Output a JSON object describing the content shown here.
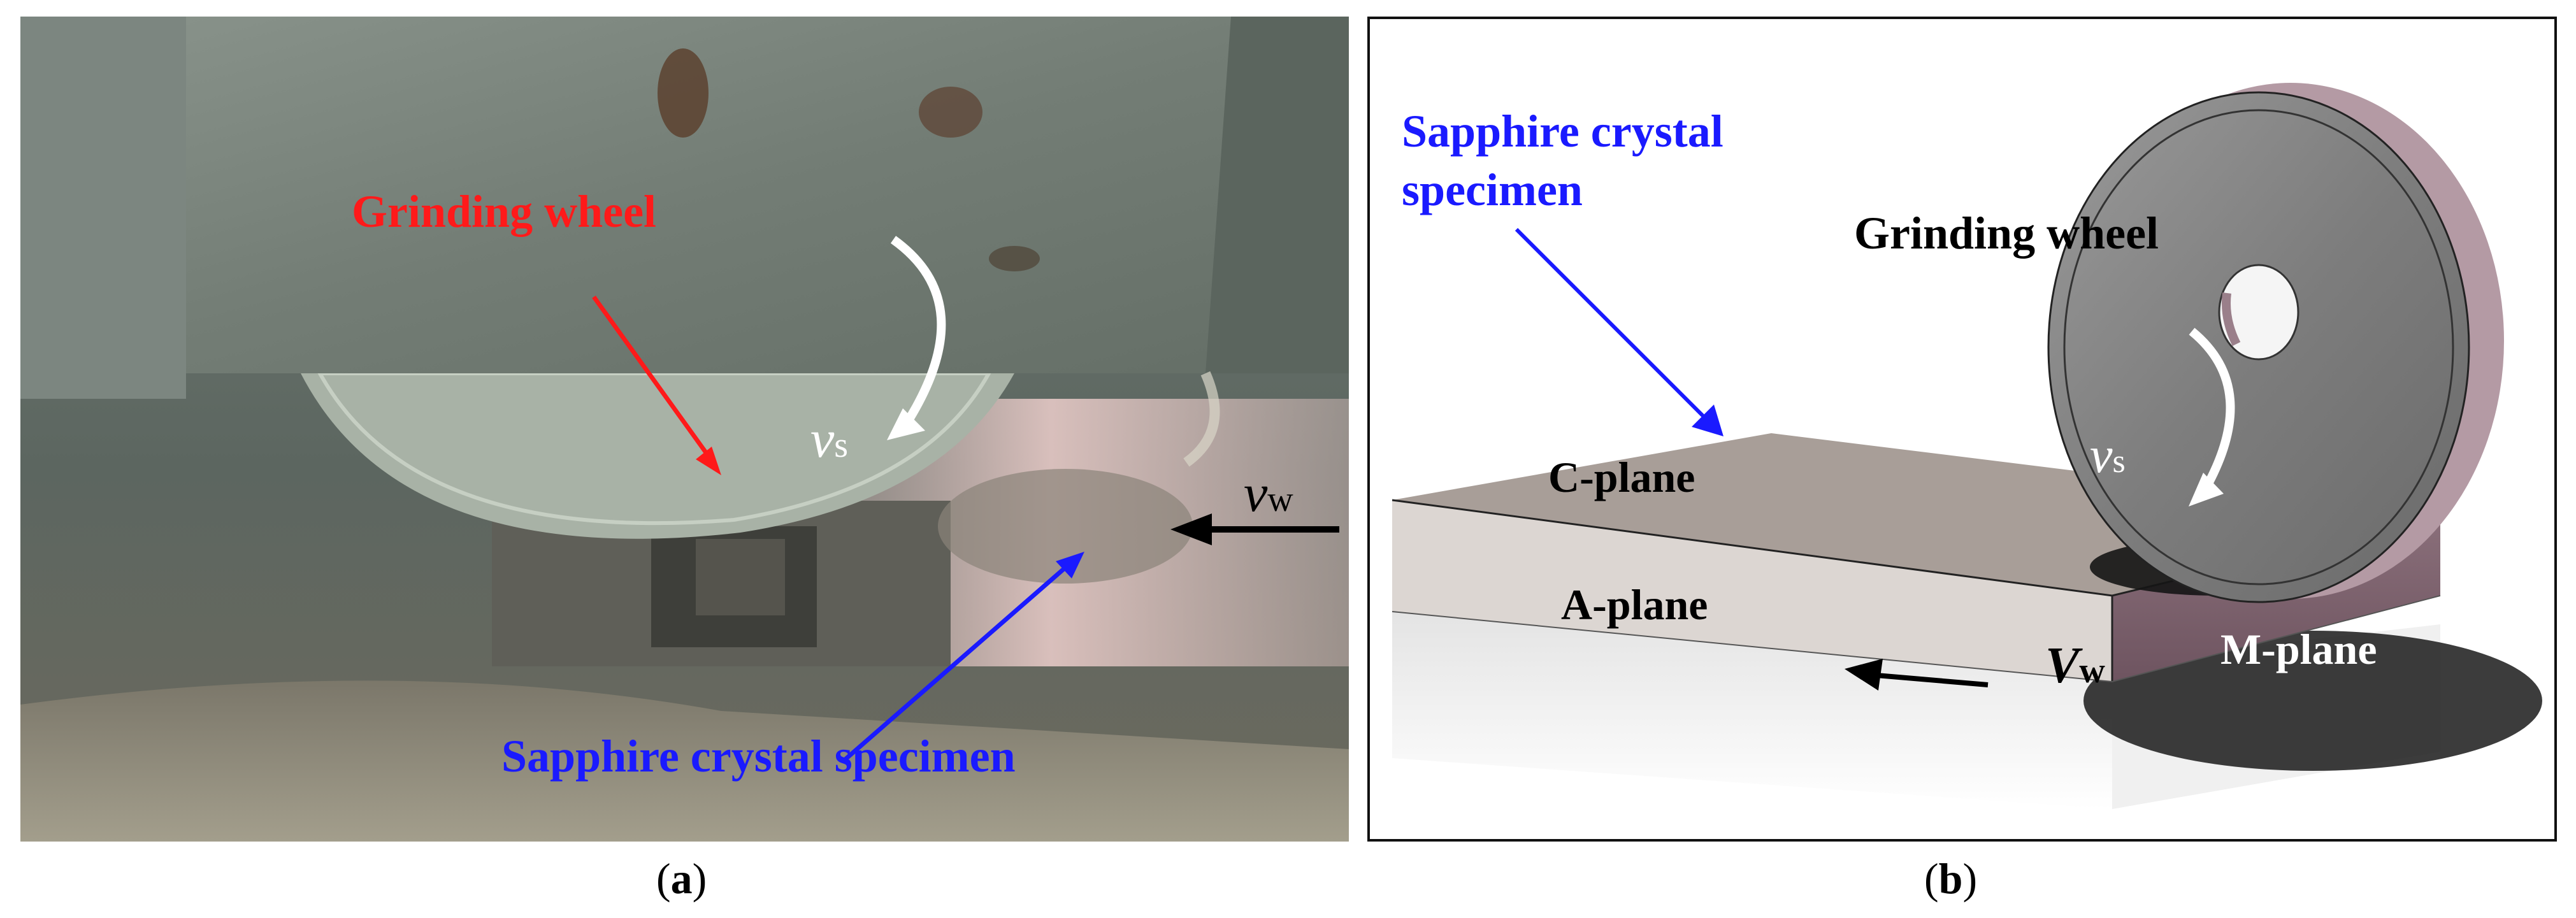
{
  "panel_a": {
    "caption_letter": "a",
    "grinding_wheel_label": "Grinding wheel",
    "specimen_label": "Sapphire crystal specimen",
    "vs_main": "v",
    "vs_sub": "s",
    "vw_main": "v",
    "vw_sub": "w",
    "colors": {
      "wheel_label": "#ff1a1a",
      "specimen_label": "#1a1aff"
    }
  },
  "panel_b": {
    "caption_letter": "b",
    "specimen_label_line1": "Sapphire crystal",
    "specimen_label_line2": "specimen",
    "grinding_wheel_label": "Grinding wheel",
    "c_plane": "C-plane",
    "a_plane": "A-plane",
    "m_plane": "M-plane",
    "vs_main": "v",
    "vs_sub": "s",
    "vw_main": "V",
    "vw_sub": "w",
    "colors": {
      "specimen_label": "#1a1aff"
    }
  }
}
